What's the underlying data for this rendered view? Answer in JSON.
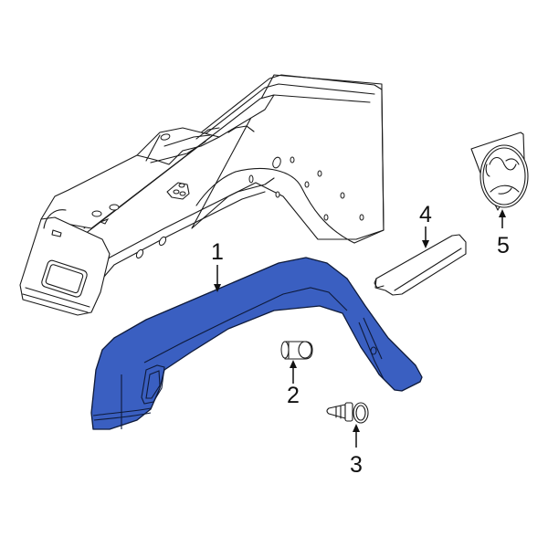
{
  "diagram": {
    "type": "exploded-parts-diagram",
    "subject": "front fender with fender flare",
    "highlight_color": "#3a5fc1",
    "line_color": "#1a1a1a",
    "background_color": "#ffffff"
  },
  "callouts": [
    {
      "number": "1",
      "part": "fender-flare",
      "highlighted": true,
      "arrow": "down"
    },
    {
      "number": "2",
      "part": "retainer-grommet",
      "highlighted": false,
      "arrow": "up"
    },
    {
      "number": "3",
      "part": "screw",
      "highlighted": false,
      "arrow": "up"
    },
    {
      "number": "4",
      "part": "flare-extension-trim",
      "highlighted": false,
      "arrow": "down"
    },
    {
      "number": "5",
      "part": "lamp-assembly",
      "highlighted": false,
      "arrow": "up"
    }
  ]
}
